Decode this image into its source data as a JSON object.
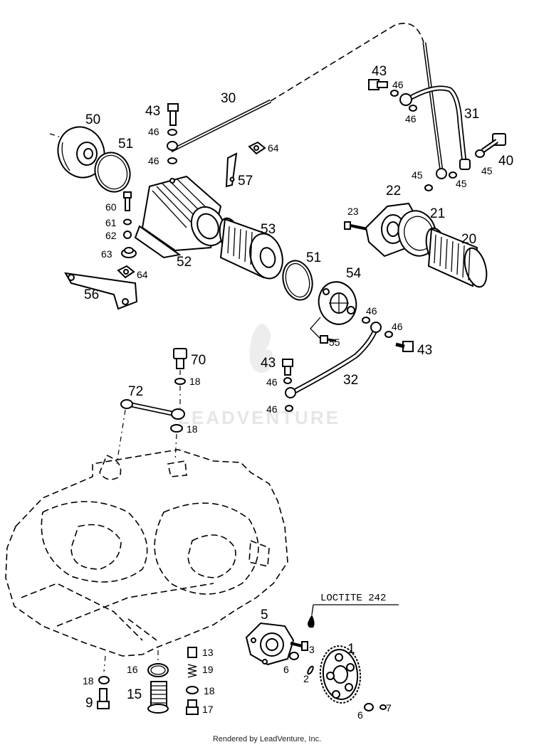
{
  "watermark": "LEADVENTURE",
  "footer": "Rendered by LeadVenture, Inc.",
  "callout": "LOCTITE 242",
  "labels": {
    "p43a": "43",
    "p46a": "46",
    "p46b": "46",
    "p30": "30",
    "p50": "50",
    "p51a": "51",
    "p43b": "43",
    "p46c": "46",
    "p46d": "46",
    "p31": "31",
    "p40": "40",
    "p45a": "45",
    "p45b": "45",
    "p45c": "45",
    "p64a": "64",
    "p57": "57",
    "p60": "60",
    "p61": "61",
    "p62": "62",
    "p63": "63",
    "p64b": "64",
    "p52": "52",
    "p56": "56",
    "p53": "53",
    "p51b": "51",
    "p22": "22",
    "p23": "23",
    "p21": "21",
    "p20": "20",
    "p54": "54",
    "p46e": "46",
    "p46f": "46",
    "p43c": "43",
    "p55": "55",
    "p43d": "43",
    "p46g": "46",
    "p46h": "46",
    "p32": "32",
    "p70": "70",
    "p18a": "18",
    "p72": "72",
    "p18b": "18",
    "p5": "5",
    "p3": "3",
    "p1": "1",
    "p6a": "6",
    "p2": "2",
    "p13": "13",
    "p16": "16",
    "p19": "19",
    "p18c": "18",
    "p15": "15",
    "p18d": "18",
    "p17": "17",
    "p9": "9",
    "p6b": "6",
    "p7": "7"
  }
}
